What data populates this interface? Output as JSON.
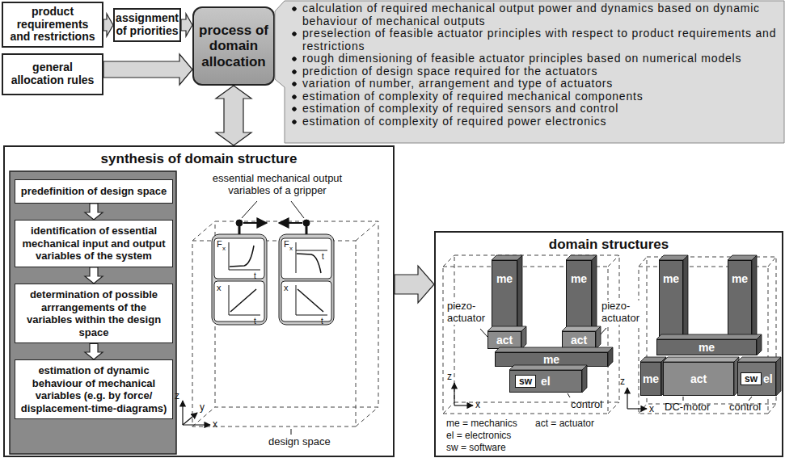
{
  "diagram": {
    "nodes": [
      {
        "text": [
          "product requirements and restrictions"
        ]
      },
      {
        "text": [
          "assignment of priorities"
        ]
      },
      {
        "text": [
          "general allocation rules"
        ]
      },
      {
        "text": [
          "process of domain allocation"
        ]
      },
      {
        "text": [
          "calculation of required mechanical output power and dynamics based on dynamic behaviour of mechanical outputs",
          "preselection of feasible actuator principles with respect to product requirements and restrictions",
          "rough dimensioning of feasible actuator principles based on numerical models",
          "prediction of design space required for the actuators",
          "variation of number, arrangement and type of actuators",
          "estimation of complexity of required mechanical components",
          "estimation of complexity of required sensors and control",
          "estimation of complexity of required power electronics"
        ]
      },
      {
        "text": [
          "synthesis of domain structure"
        ]
      },
      {
        "text": [
          "predefinition of design space"
        ],
        "in": 5
      },
      {
        "text": [
          "identification of essential mechanical input and output variables of the system"
        ],
        "in": 5
      },
      {
        "text": [
          "determination of possible arrrangements of the variables within the design space"
        ],
        "in": 5
      },
      {
        "text": [
          "estimation of dynamic behaviour of mechanical variables (e.g. by force/ displacement-time-diagrams)"
        ],
        "in": 5
      },
      {
        "text": [
          "domain structures"
        ]
      },
      {
        "text": [
          "me"
        ],
        "in": 10
      },
      {
        "text": [
          "me"
        ],
        "in": 10
      },
      {
        "text": [
          "act"
        ],
        "in": 10
      },
      {
        "text": [
          "act"
        ],
        "in": 10
      },
      {
        "text": [
          "me"
        ],
        "in": 10
      },
      {
        "text": [
          "el"
        ],
        "in": 10
      },
      {
        "text": [
          "sw"
        ],
        "in": 16
      },
      {
        "text": [
          "me"
        ],
        "in": 10
      },
      {
        "text": [
          "me"
        ],
        "in": 10
      },
      {
        "text": [
          "me"
        ],
        "in": 10
      },
      {
        "text": [
          "me"
        ],
        "in": 10
      },
      {
        "text": [
          "act"
        ],
        "in": 10
      },
      {
        "text": [
          "el"
        ],
        "in": 10
      },
      {
        "text": [
          "sw"
        ],
        "in": 23
      }
    ],
    "edges": [
      {
        "from": 0,
        "to": 1,
        "arrow": "to"
      },
      {
        "from": 1,
        "to": 3,
        "arrow": "to"
      },
      {
        "from": 2,
        "to": 3,
        "arrow": "to"
      },
      {
        "from": 3,
        "to": 5,
        "arrow": "both"
      },
      {
        "from": 6,
        "to": 7,
        "arrow": "to"
      },
      {
        "from": 7,
        "to": 8,
        "arrow": "to"
      },
      {
        "from": 8,
        "to": 9,
        "arrow": "to"
      },
      {
        "from": 5,
        "to": 10,
        "arrow": "to"
      }
    ],
    "labels": [
      "essential mechanical output variables of a gripper",
      "F",
      "x",
      "t",
      "x",
      "t",
      "F",
      "x",
      "t",
      "x",
      "t",
      "z",
      "y",
      "x",
      "design space",
      "piezo-actuator",
      "piezo-actuator",
      "control",
      "z",
      "x",
      "me = mechanics",
      "act = actuator",
      "el = electronics",
      "sw = software",
      "DC-motor",
      "control",
      "z",
      "x"
    ]
  }
}
